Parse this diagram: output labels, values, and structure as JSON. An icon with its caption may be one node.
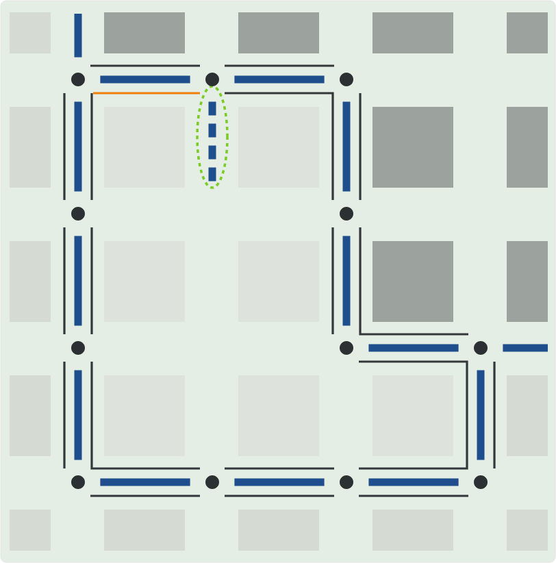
{
  "diagram": {
    "nodes": [
      {
        "text": [],
        "shape": "circle"
      },
      {
        "text": [],
        "shape": "circle"
      },
      {
        "text": [],
        "shape": "circle"
      },
      {
        "text": [],
        "shape": "circle"
      },
      {
        "text": [],
        "shape": "circle"
      },
      {
        "text": [],
        "shape": "circle"
      },
      {
        "text": [],
        "shape": "circle"
      },
      {
        "text": [],
        "shape": "circle"
      },
      {
        "text": [],
        "shape": "circle"
      },
      {
        "text": [],
        "shape": "circle"
      },
      {
        "text": [],
        "shape": "circle"
      },
      {
        "text": [],
        "shape": "circle"
      }
    ],
    "edges": [
      {
        "from": 0,
        "to": 1,
        "arrow": "none"
      },
      {
        "from": 1,
        "to": 2,
        "arrow": "none"
      },
      {
        "from": 0,
        "to": 3,
        "arrow": "none"
      },
      {
        "from": 3,
        "to": 5,
        "arrow": "none"
      },
      {
        "from": 5,
        "to": 8,
        "arrow": "none"
      },
      {
        "from": 2,
        "to": 4,
        "arrow": "none"
      },
      {
        "from": 4,
        "to": 6,
        "arrow": "none"
      },
      {
        "from": 6,
        "to": 7,
        "arrow": "none"
      },
      {
        "from": 7,
        "to": 11,
        "arrow": "none"
      },
      {
        "from": 8,
        "to": 9,
        "arrow": "none"
      },
      {
        "from": 9,
        "to": 10,
        "arrow": "none"
      },
      {
        "from": 10,
        "to": 11,
        "arrow": "none"
      },
      {
        "from": 1,
        "to": null,
        "arrow": "none",
        "style": "dashed"
      },
      {
        "from": null,
        "to": 0,
        "arrow": "none"
      },
      {
        "from": 7,
        "to": null,
        "arrow": "none"
      }
    ]
  }
}
